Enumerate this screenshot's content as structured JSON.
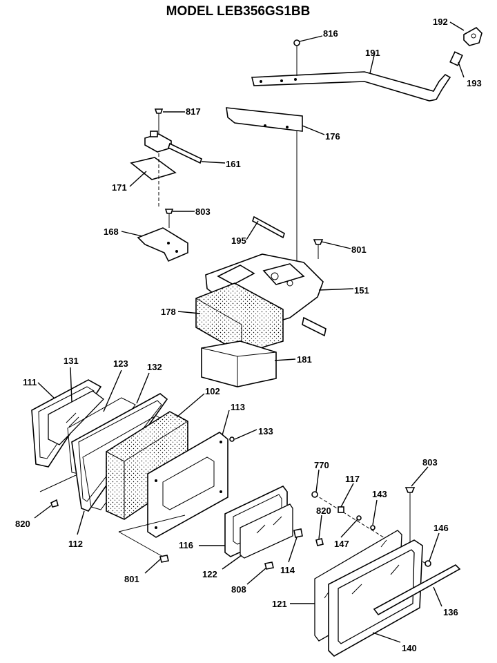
{
  "title": "MODEL LEB356GS1BB",
  "parts": {
    "p192": "192",
    "p816": "816",
    "p191": "191",
    "p193": "193",
    "p817": "817",
    "p176a": "176",
    "p161a": "161",
    "p171": "171",
    "p803a": "803",
    "p168": "168",
    "p195": "195",
    "p801a": "801",
    "p151": "151",
    "p178": "178",
    "p181": "181",
    "p111": "111",
    "p131": "131",
    "p123": "123",
    "p132": "132",
    "p102": "102",
    "p113": "113",
    "p133": "133",
    "p820a": "820",
    "p112": "112",
    "p801b": "801",
    "p116": "116",
    "p122": "122",
    "p808": "808",
    "p114": "114",
    "p820b": "820",
    "p147": "147",
    "p117": "117",
    "p770": "770",
    "p143": "143",
    "p803b": "803",
    "p146": "146",
    "p121": "121",
    "p136": "136",
    "p140": "140"
  }
}
